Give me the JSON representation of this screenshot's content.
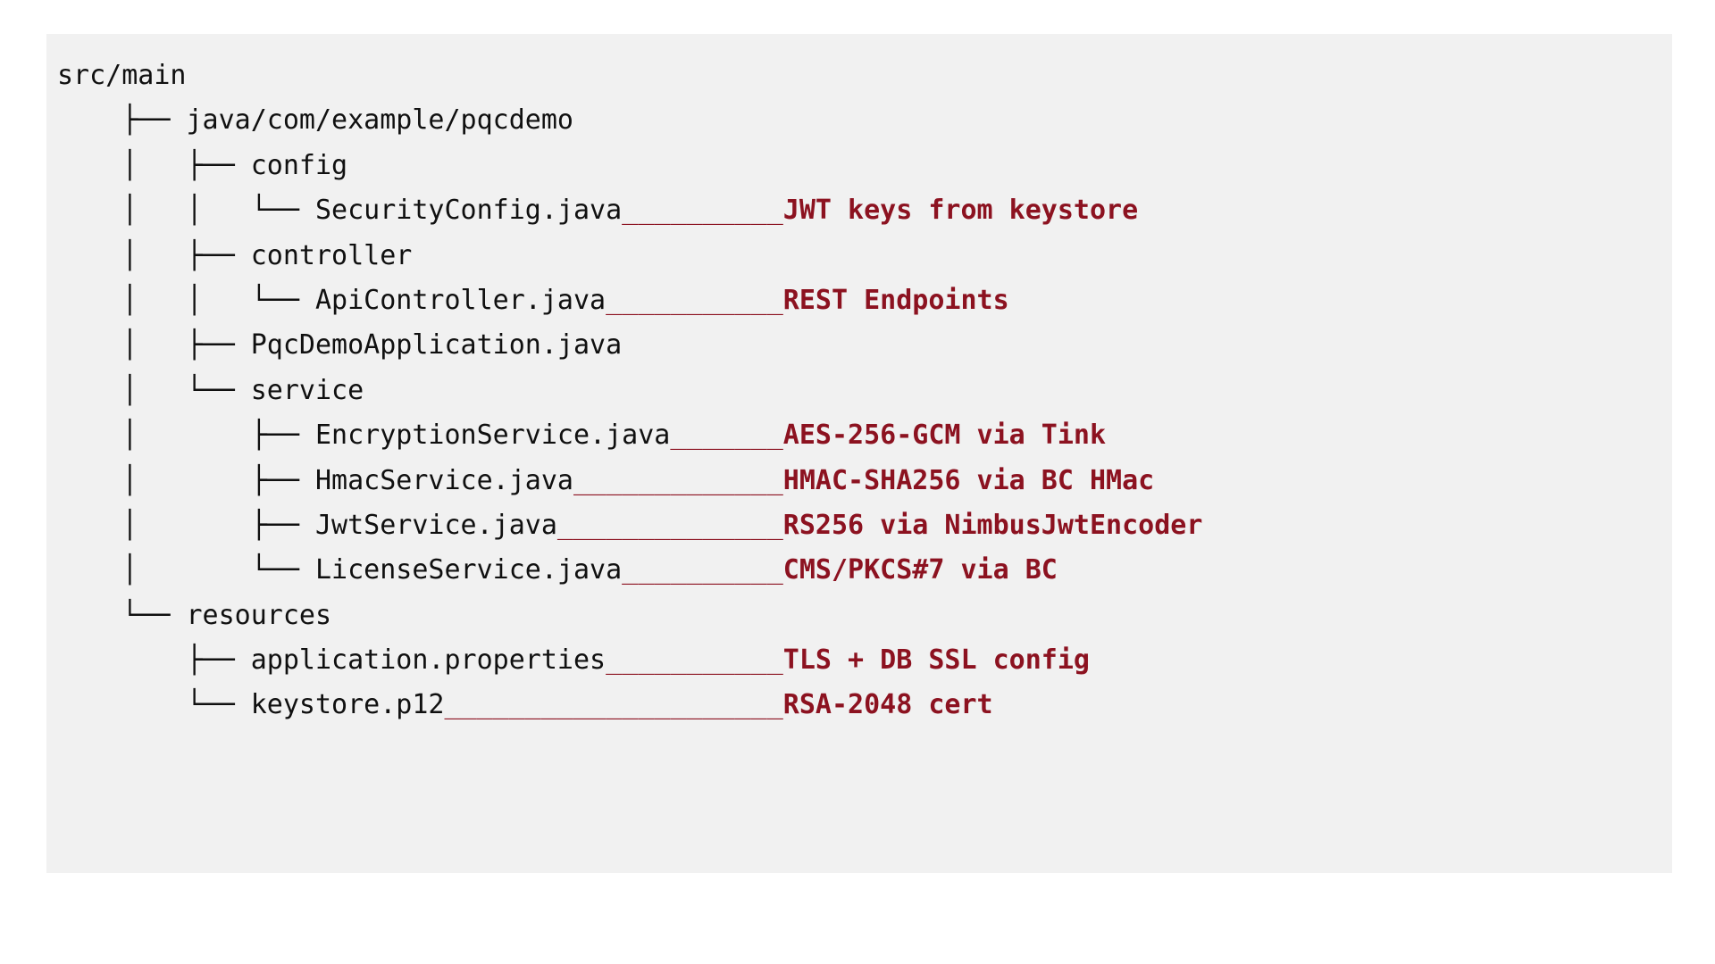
{
  "panel": {
    "background": "#f1f1f1",
    "page_background": "#ffffff"
  },
  "colors": {
    "tree_text": "#101010",
    "annotation": "#8c1220",
    "rule": "#8c1220"
  },
  "tree": {
    "root_label": "src/main",
    "rows": [
      {
        "prefix": "",
        "name": "src/main",
        "rule": "",
        "note": ""
      },
      {
        "prefix": "    ├── ",
        "name": "java/com/example/pqcdemo",
        "rule": "",
        "note": ""
      },
      {
        "prefix": "    │   ├── ",
        "name": "config",
        "rule": "",
        "note": ""
      },
      {
        "prefix": "    │   │   └── ",
        "name": "SecurityConfig.java",
        "rule": "______",
        "note": "JWT keys from keystore"
      },
      {
        "prefix": "    │   ├── ",
        "name": "controller",
        "rule": "",
        "note": ""
      },
      {
        "prefix": "    │   │   └── ",
        "name": "ApiController.java",
        "rule": "________",
        "note": "REST Endpoints"
      },
      {
        "prefix": "    │   ├── ",
        "name": "PqcDemoApplication.java",
        "rule": "",
        "note": ""
      },
      {
        "prefix": "    │   └── ",
        "name": "service",
        "rule": "",
        "note": ""
      },
      {
        "prefix": "    │       ├── ",
        "name": "EncryptionService.java",
        "rule": "_",
        "note": "AES-256-GCM via Tink"
      },
      {
        "prefix": "    │       ├── ",
        "name": "HmacService.java",
        "rule": "______",
        "note": "HMAC-SHA256 via BC HMac"
      },
      {
        "prefix": "    │       ├── ",
        "name": "JwtService.java",
        "rule": "_______",
        "note": "RS256 via NimbusJwtEncoder"
      },
      {
        "prefix": "    │       └── ",
        "name": "LicenseService.java",
        "rule": "____",
        "note": "CMS/PKCS#7 via BC"
      },
      {
        "prefix": "    └── ",
        "name": "resources",
        "rule": "",
        "note": ""
      },
      {
        "prefix": "        ├── ",
        "name": "application.properties",
        "rule": "____",
        "note": "TLS + DB SSL config"
      },
      {
        "prefix": "        └── ",
        "name": "keystore.p12",
        "rule": "___________",
        "note": "RSA-2048 cert"
      }
    ]
  },
  "annotations": [
    {
      "target": "SecurityConfig.java",
      "text": "JWT keys from keystore"
    },
    {
      "target": "ApiController.java",
      "text": "REST Endpoints"
    },
    {
      "target": "EncryptionService.java",
      "text": "AES-256-GCM via Tink"
    },
    {
      "target": "HmacService.java",
      "text": "HMAC-SHA256 via BC HMac"
    },
    {
      "target": "JwtService.java",
      "text": "RS256 via NimbusJwtEncoder"
    },
    {
      "target": "LicenseService.java",
      "text": "CMS/PKCS#7 via BC"
    },
    {
      "target": "application.properties",
      "text": "TLS + DB SSL config"
    },
    {
      "target": "keystore.p12",
      "text": "RSA-2048 cert"
    }
  ]
}
